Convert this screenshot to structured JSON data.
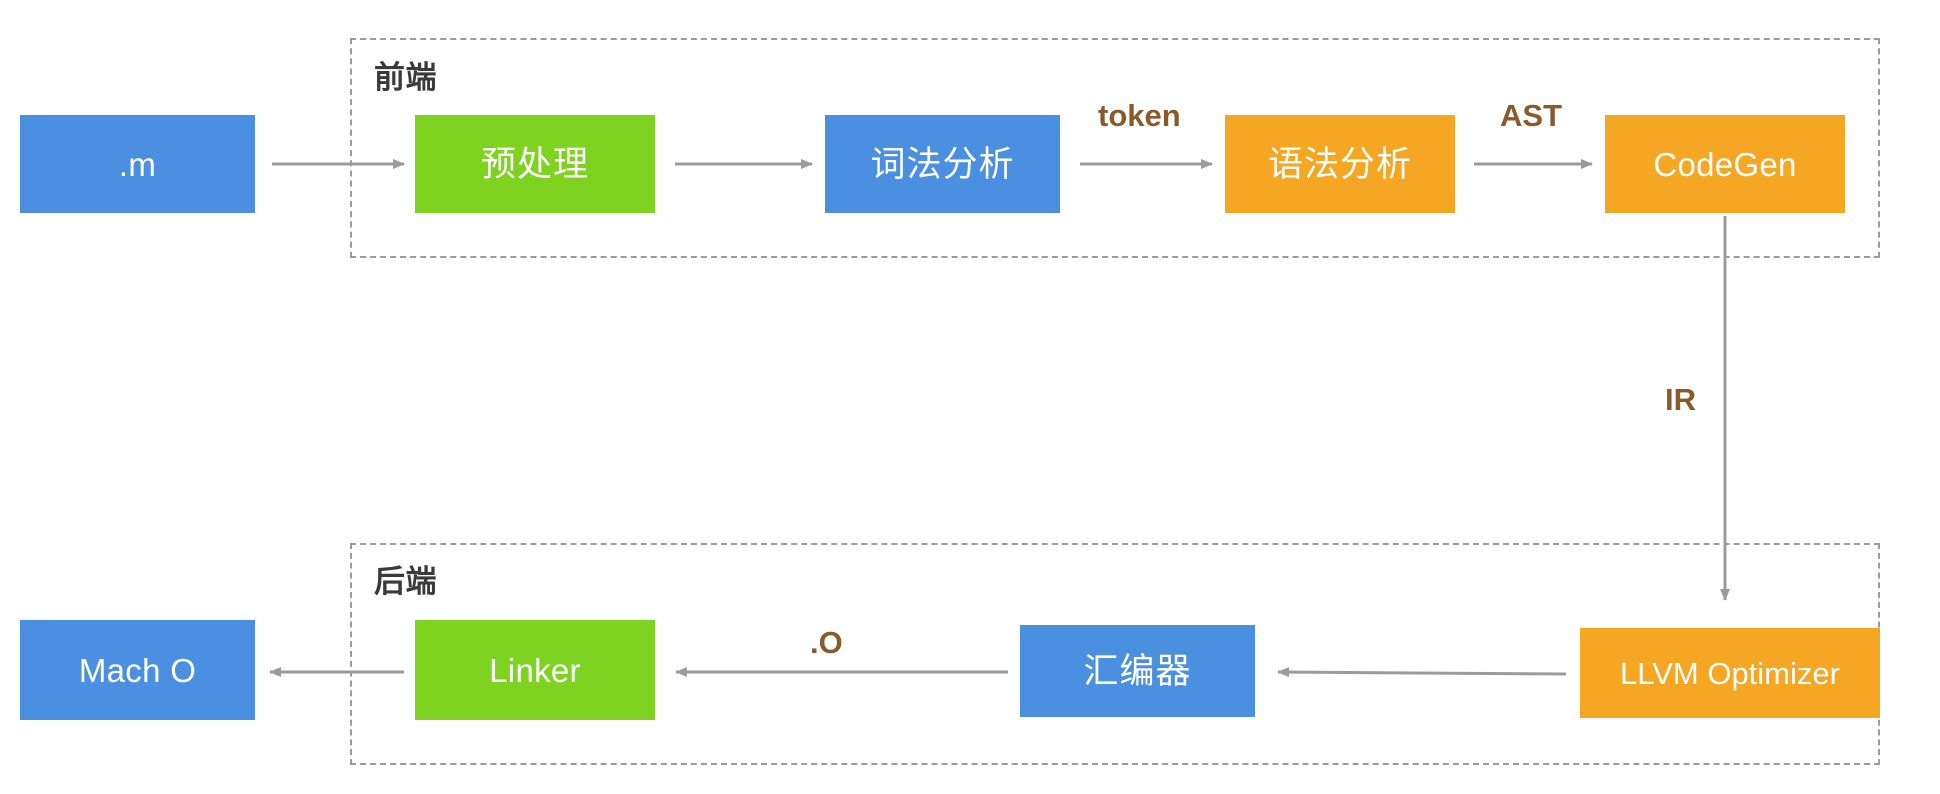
{
  "diagram": {
    "title": "Objective-C / LLVM Compilation Pipeline",
    "colors": {
      "blue": "#4a8fe0",
      "green": "#7ed321",
      "orange": "#f5a623",
      "arrow": "#9b9b9b",
      "dashed_border": "#9b9b9b",
      "edge_label": "#8a5a2b",
      "group_label": "#3a3a3a",
      "node_text": "#ffffff",
      "background": "#ffffff"
    },
    "groups": [
      {
        "id": "frontend",
        "label": "前端"
      },
      {
        "id": "backend",
        "label": "后端"
      }
    ],
    "nodes": [
      {
        "id": "source",
        "label": ".m",
        "color": "blue",
        "lang": "en"
      },
      {
        "id": "preprocess",
        "label": "预处理",
        "color": "green",
        "lang": "cn"
      },
      {
        "id": "lexer",
        "label": "词法分析",
        "color": "blue",
        "lang": "cn"
      },
      {
        "id": "parser",
        "label": "语法分析",
        "color": "orange",
        "lang": "cn"
      },
      {
        "id": "codegen",
        "label": "CodeGen",
        "color": "orange",
        "lang": "en"
      },
      {
        "id": "optimizer",
        "label": "LLVM Optimizer",
        "color": "orange",
        "lang": "small"
      },
      {
        "id": "assembler",
        "label": "汇编器",
        "color": "blue",
        "lang": "cn"
      },
      {
        "id": "linker",
        "label": "Linker",
        "color": "green",
        "lang": "en"
      },
      {
        "id": "macho",
        "label": "Mach O",
        "color": "blue",
        "lang": "en"
      }
    ],
    "edge_labels": [
      {
        "id": "token",
        "label": "token"
      },
      {
        "id": "ast",
        "label": "AST"
      },
      {
        "id": "ir",
        "label": "IR"
      },
      {
        "id": "dot_o",
        "label": ".O"
      }
    ],
    "edges": [
      {
        "from": "source",
        "to": "preprocess",
        "label": ""
      },
      {
        "from": "preprocess",
        "to": "lexer",
        "label": ""
      },
      {
        "from": "lexer",
        "to": "parser",
        "label": "token"
      },
      {
        "from": "parser",
        "to": "codegen",
        "label": "AST"
      },
      {
        "from": "codegen",
        "to": "optimizer",
        "label": "IR"
      },
      {
        "from": "optimizer",
        "to": "assembler",
        "label": ""
      },
      {
        "from": "assembler",
        "to": "linker",
        "label": ".O"
      },
      {
        "from": "linker",
        "to": "macho",
        "label": ""
      }
    ]
  }
}
